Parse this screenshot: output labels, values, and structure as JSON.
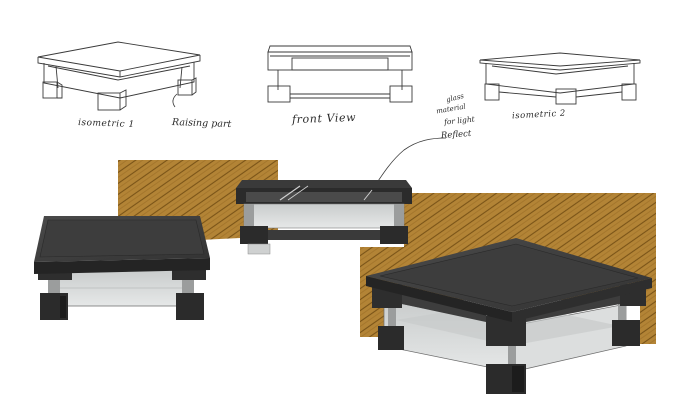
{
  "labels": {
    "isometric_1": "isometric 1",
    "raising_part": "Raising part",
    "front_view": "front View",
    "isometric_2": "isometric 2",
    "note_lines": [
      "glass",
      "material",
      "for light",
      "Reflect"
    ]
  },
  "colors": {
    "wood": "#b38436",
    "wood_stripe": "#7a5418",
    "table_top": "#3b3b3b",
    "table_top_edge": "#242424",
    "leg_block": "#2b2b2b",
    "glass": "#d6d8d8",
    "sketch_line": "#3a3a3a"
  }
}
